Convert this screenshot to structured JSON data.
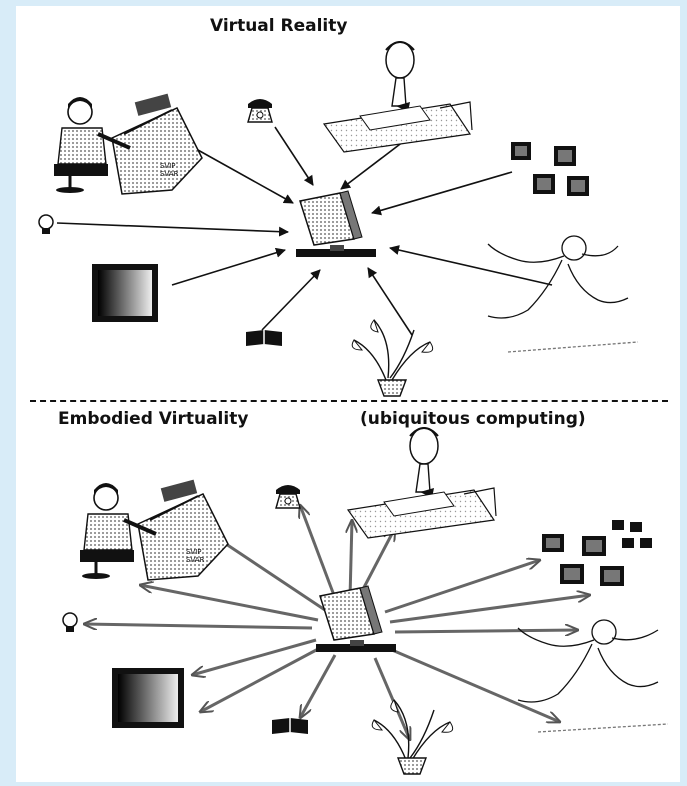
{
  "titles": {
    "top": "Virtual Reality",
    "bottom_left": "Embodied Virtuality",
    "bottom_right": "(ubiquitous computing)"
  },
  "diagrams": [
    {
      "name": "virtual-reality",
      "center": "computer",
      "direction": "inward",
      "nodes": [
        "drafting-person",
        "telephone",
        "office-worker",
        "chip-squares",
        "lamp",
        "display-screen",
        "book",
        "plant",
        "running-person"
      ]
    },
    {
      "name": "embodied-virtuality",
      "center": "computer",
      "direction": "outward",
      "nodes": [
        "drafting-person",
        "telephone",
        "office-worker",
        "chip-squares",
        "lamp",
        "display-screen",
        "book",
        "plant",
        "running-person"
      ]
    }
  ],
  "colors": {
    "background": "#d8ecf8",
    "panel": "#ffffff",
    "ink": "#111111",
    "gray": "#8a8a8a"
  }
}
